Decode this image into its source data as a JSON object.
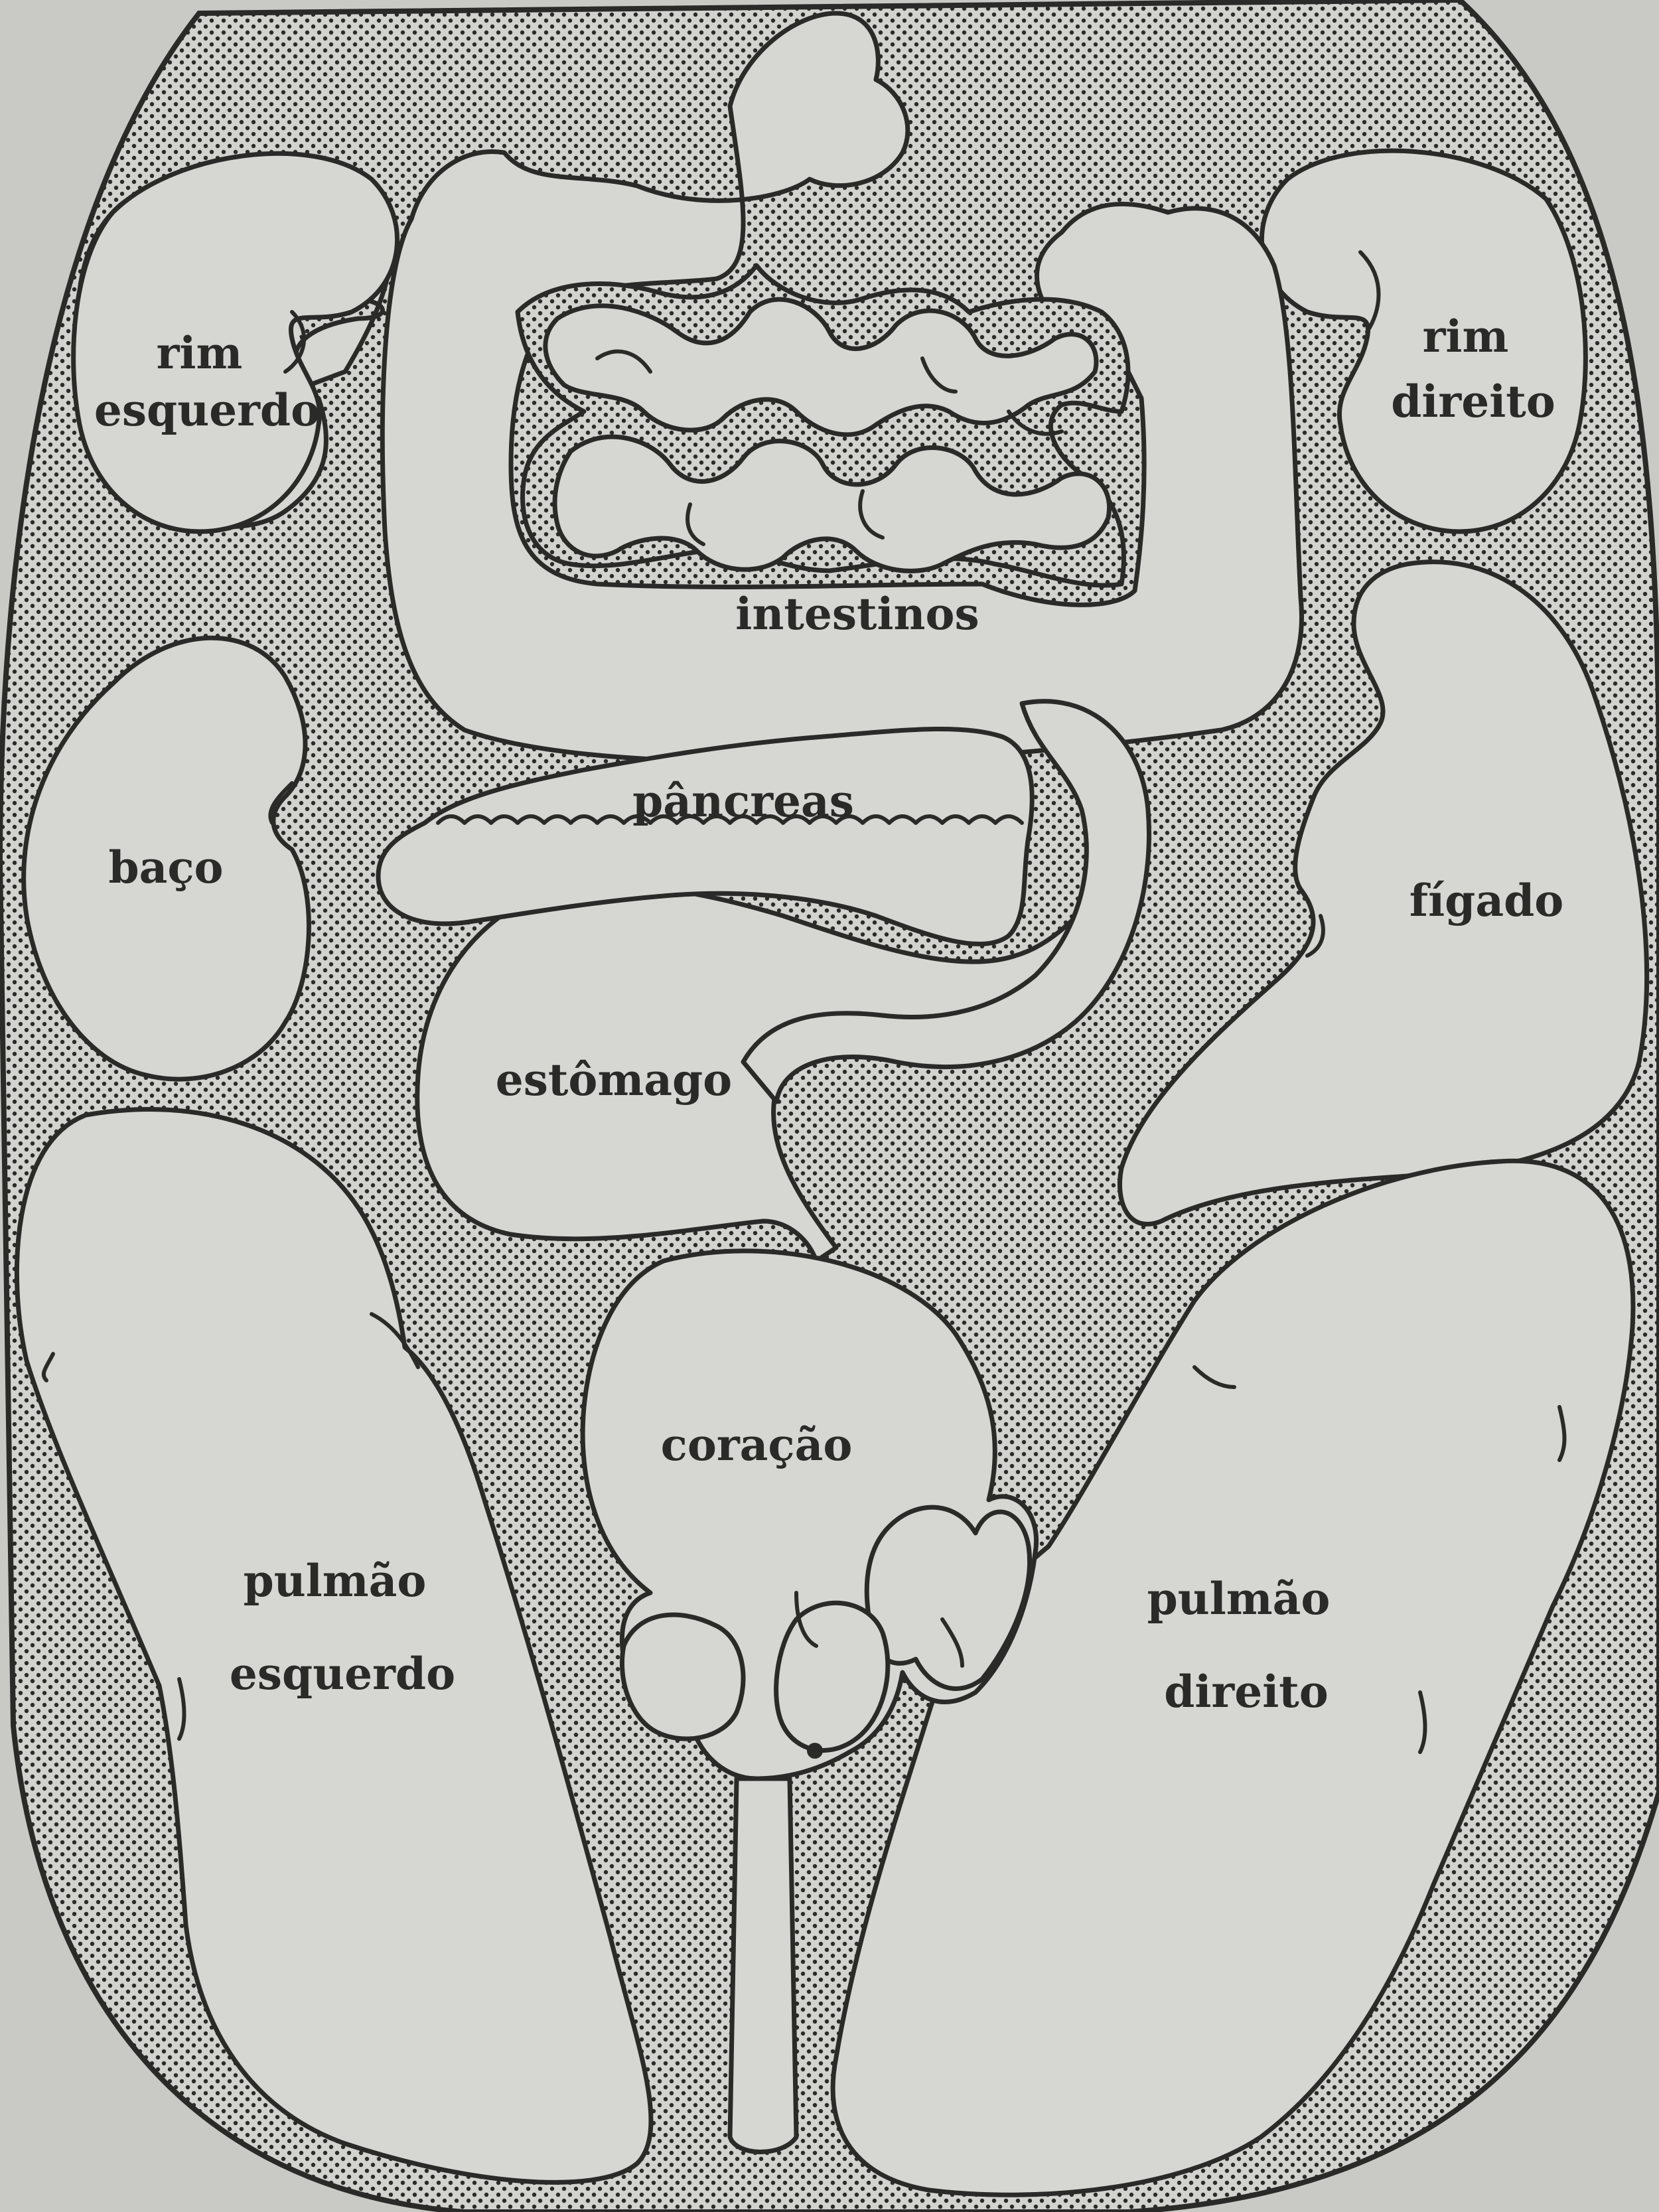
{
  "diagram": {
    "organs": [
      {
        "id": "rim-esquerdo",
        "lines": [
          "rim",
          "esquerdo"
        ]
      },
      {
        "id": "rim-direito",
        "lines": [
          "rim",
          "direito"
        ]
      },
      {
        "id": "intestinos",
        "lines": [
          "intestinos"
        ]
      },
      {
        "id": "baco",
        "lines": [
          "baço"
        ]
      },
      {
        "id": "pancreas",
        "lines": [
          "pâncreas"
        ]
      },
      {
        "id": "figado",
        "lines": [
          "fígado"
        ]
      },
      {
        "id": "estomago",
        "lines": [
          "estômago"
        ]
      },
      {
        "id": "coracao",
        "lines": [
          "coração"
        ]
      },
      {
        "id": "pulmao-esquerdo",
        "lines": [
          "pulmão",
          "esquerdo"
        ]
      },
      {
        "id": "pulmao-direito",
        "lines": [
          "pulmão",
          "direito"
        ]
      }
    ],
    "colors": {
      "page": "#c9cac6",
      "organ_fill": "#d6d7d3",
      "outline": "#2a2a28",
      "stipple_dot": "#2a2a28"
    }
  }
}
